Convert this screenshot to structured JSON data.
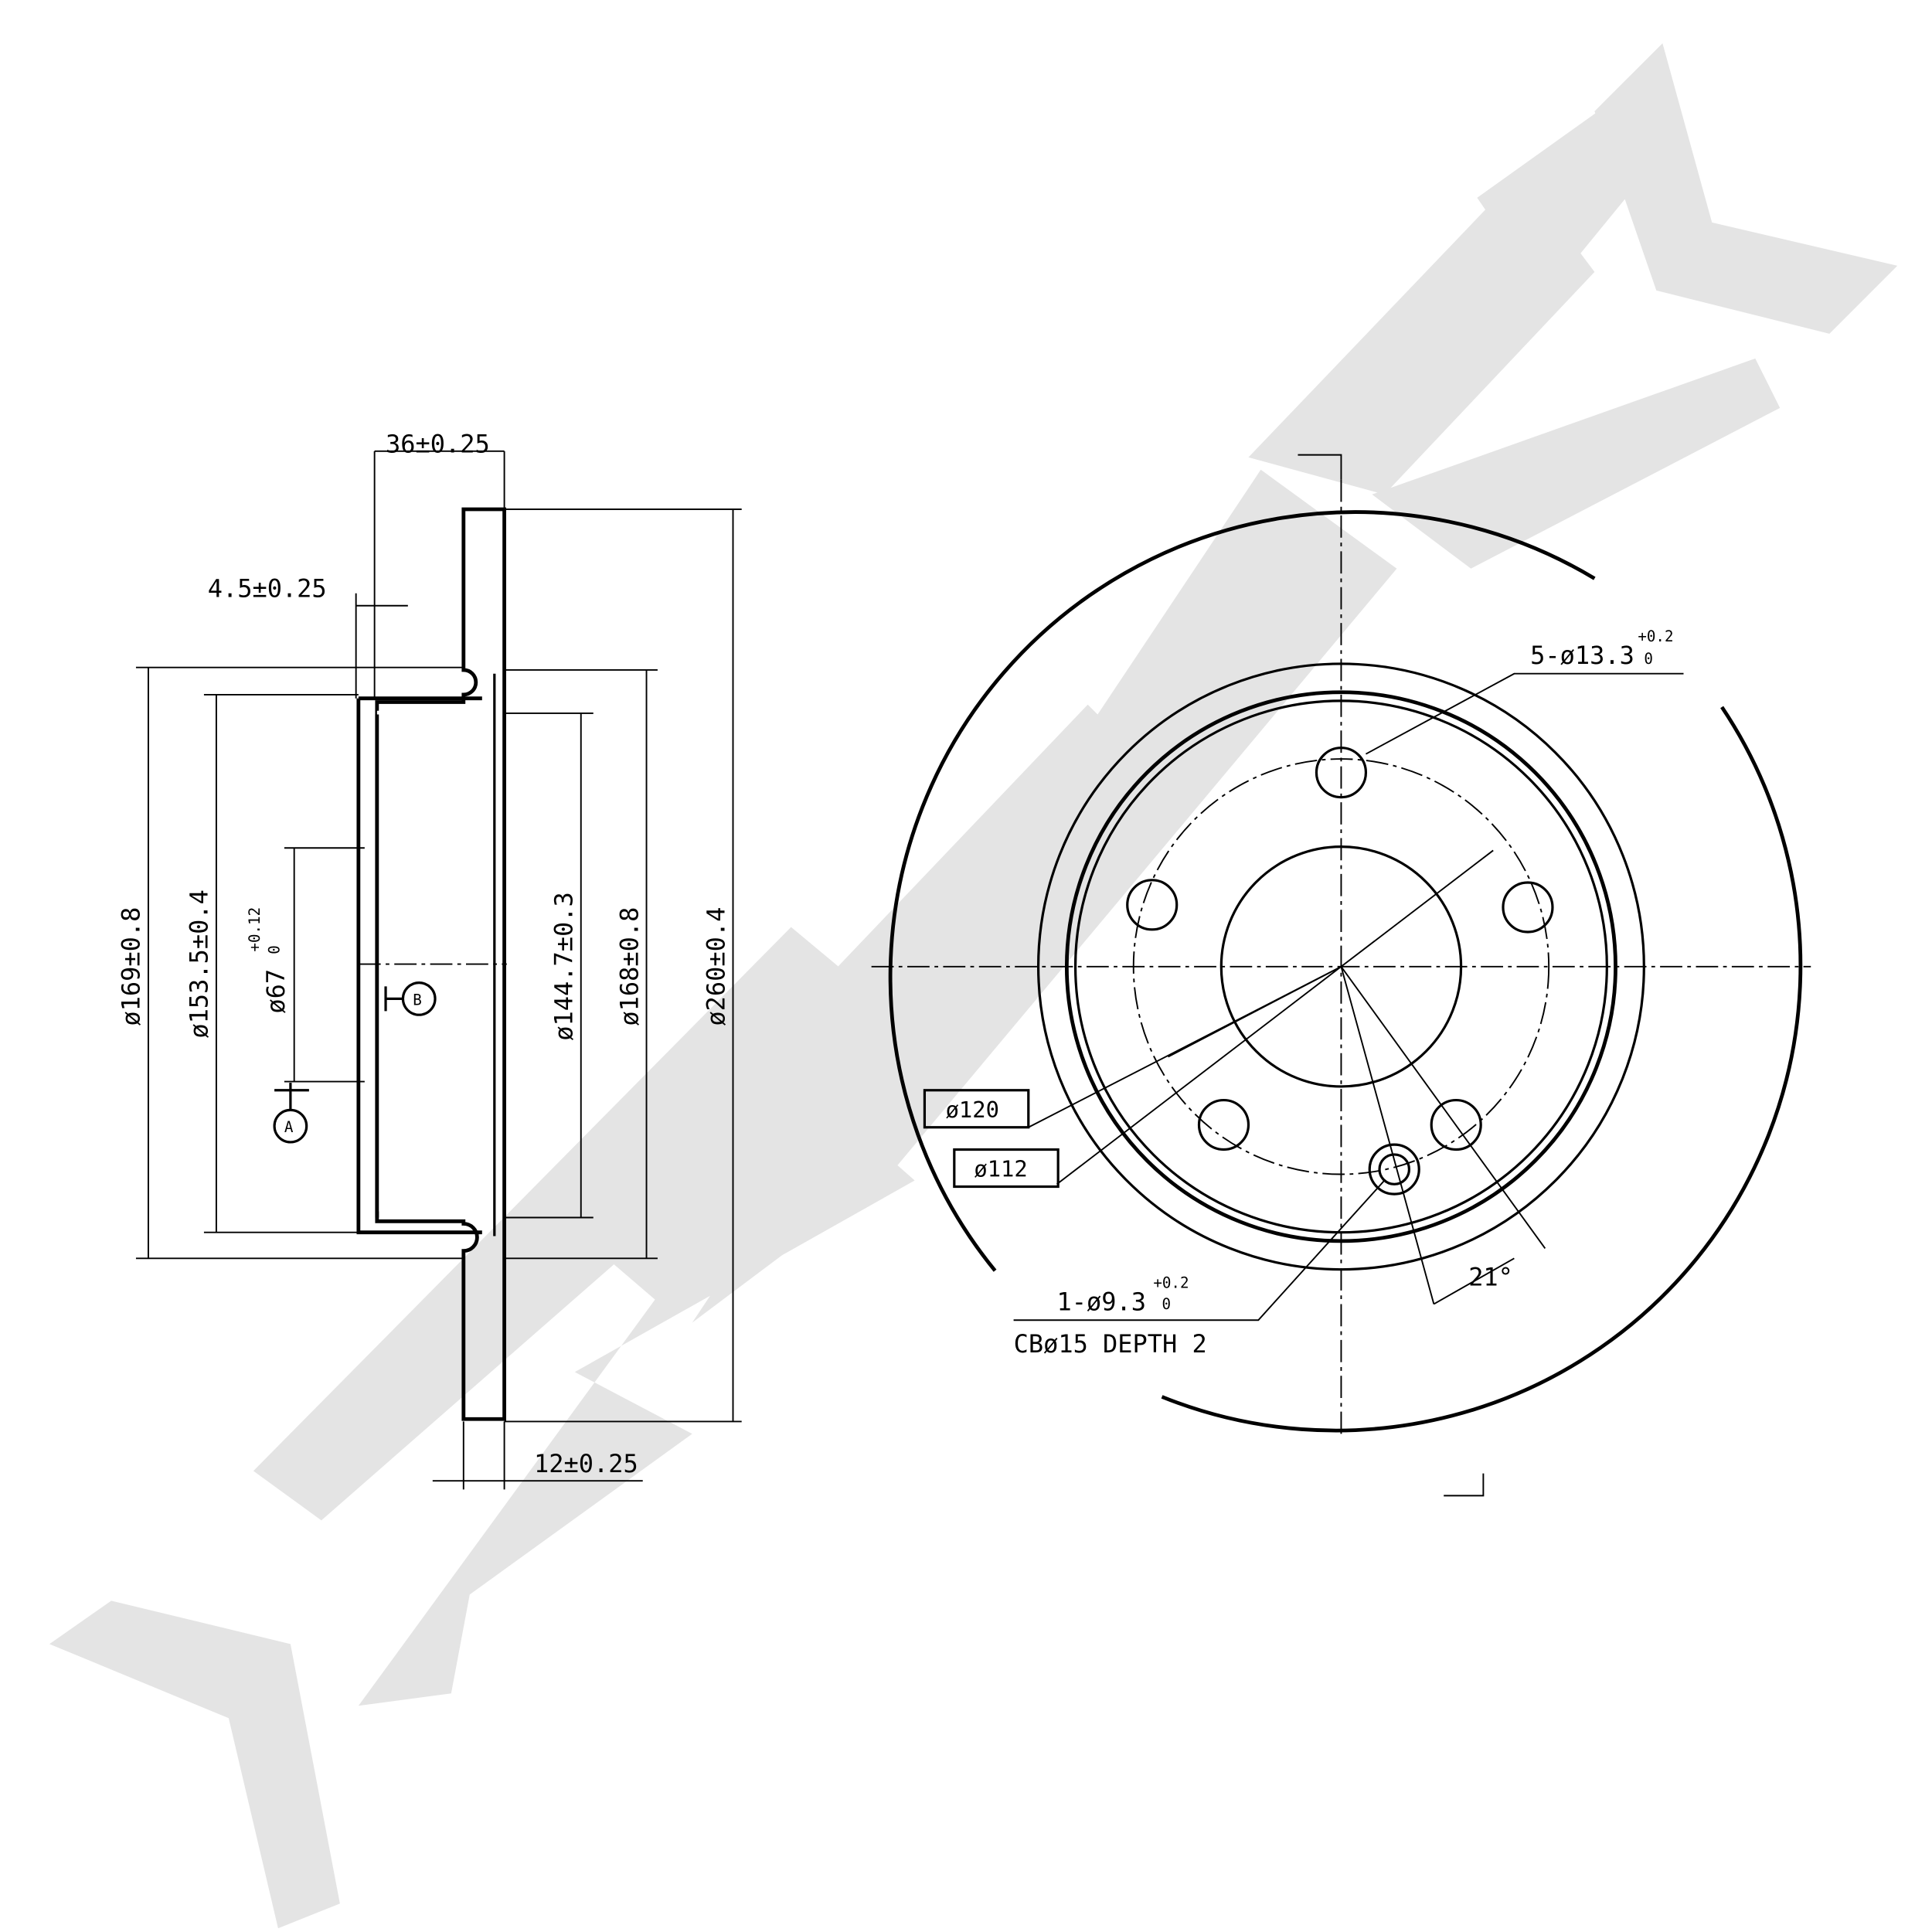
{
  "watermark": "ZENTEK",
  "colors": {
    "line": "#000000",
    "watermark": "#e4e4e4",
    "background": "#ffffff"
  },
  "side_view": {
    "width_total": "36±0.25",
    "hat_thickness": "4.5±0.25",
    "disc_thickness": "12±0.25",
    "dia_169": "ø169±0.8",
    "dia_153": "ø153.5±0.4",
    "dia_67": "ø67",
    "dia_67_tol_upper": "+0.12",
    "dia_67_tol_lower": "0",
    "dia_144": "ø144.7±0.3",
    "dia_168": "ø168±0.8",
    "dia_260": "ø260±0.4",
    "datum_a": "A",
    "datum_b": "B"
  },
  "front_view": {
    "bolt_holes": "5-ø13.3",
    "bolt_tol_upper": "+0.2",
    "bolt_tol_lower": "0",
    "dia_120": "ø120",
    "dia_112": "ø112",
    "pin_hole": "1-ø9.3",
    "pin_tol_upper": "+0.2",
    "pin_tol_lower": "0",
    "counterbore": "CBø15 DEPTH 2",
    "angle": "21°"
  }
}
